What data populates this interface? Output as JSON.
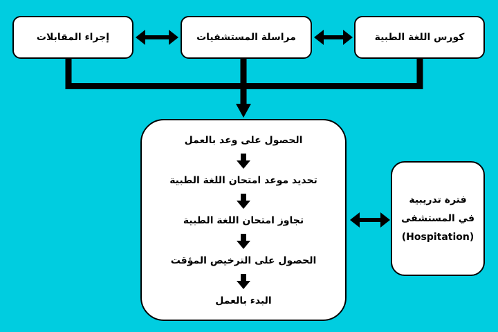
{
  "colors": {
    "background": "#00CDE0",
    "box_fill": "#ffffff",
    "stroke": "#000000"
  },
  "top_row": {
    "interviews": "إجراء المقابلات",
    "hospital_contact": "مراسلة المستشفيات",
    "language_course": "كورس اللغة الطبية"
  },
  "main_steps": [
    "الحصول على وعد بالعمل",
    "تحديد موعد امتحان اللغة الطبية",
    "تجاوز امتحان اللغة الطبية",
    "الحصول على الترخيص المؤقت",
    "البدء بالعمل"
  ],
  "side_box": {
    "line1": "فترة تدريبية",
    "line2": "في المستشفى",
    "line3": "(Hospitation)"
  },
  "icons": [
    "double-arrow-icon",
    "down-arrow-icon"
  ]
}
